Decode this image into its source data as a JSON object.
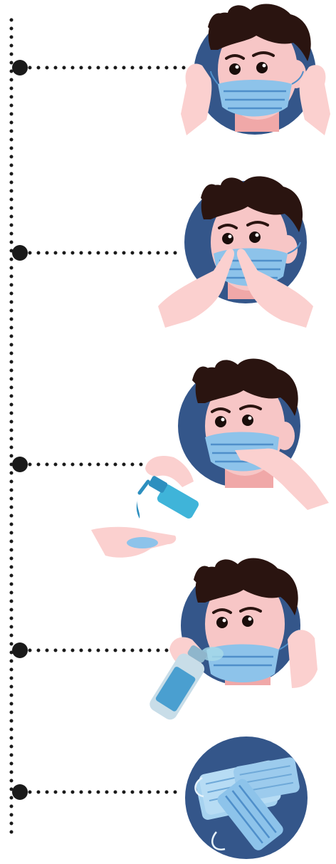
{
  "steps": [
    {
      "id": "wear-mask",
      "icon": "man-wearing-mask-icon"
    },
    {
      "id": "pinch-nose",
      "icon": "man-pinching-nose-bridge-icon"
    },
    {
      "id": "sanitize-hands",
      "icon": "man-adjusting-mask-with-sanitizer-icon"
    },
    {
      "id": "spray-disinfect",
      "icon": "man-mask-with-spray-bottle-icon"
    },
    {
      "id": "mask-stack",
      "icon": "stack-of-surgical-masks-icon"
    }
  ],
  "bottle_label": "",
  "colors": {
    "circle": "#34568a",
    "hair": "#2a1410",
    "skin": "#f7c6c6",
    "skin_shadow": "#f0a8a8",
    "mask": "#8dc3ea",
    "mask_line": "#4f8fca",
    "hand": "#fbd0cf",
    "dot": "#1a1a1a",
    "sanitizer": "#3fb4d9",
    "spray": "#a9dbe9"
  }
}
